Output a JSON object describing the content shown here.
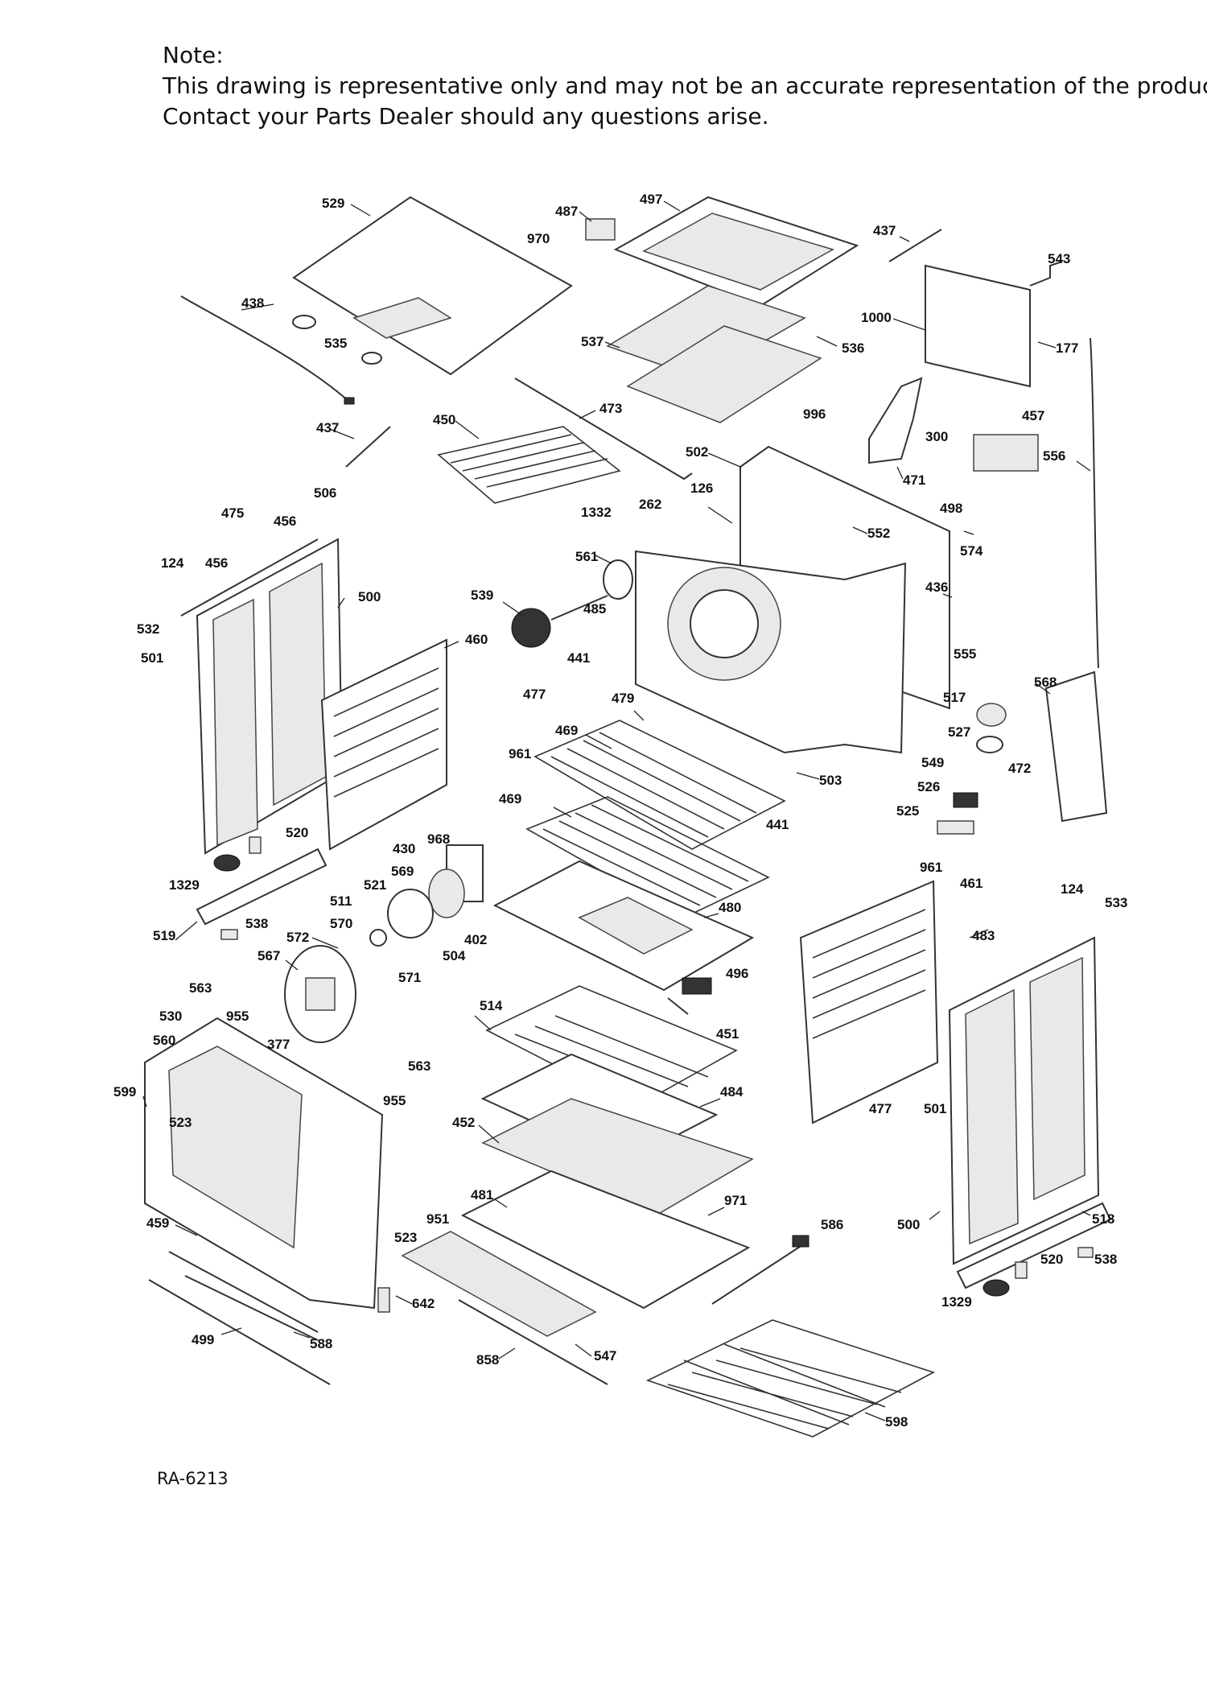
{
  "note": {
    "heading": "Note:",
    "line1": "This drawing is representative only and may not be an accurate representation of the product.",
    "line2": "Contact your Parts Dealer should any questions arise."
  },
  "drawing_code": "RA-6213",
  "part_labels": {
    "p529": "529",
    "p487": "487",
    "p497": "497",
    "p970": "970",
    "p437a": "437",
    "p543": "543",
    "p438": "438",
    "p535": "535",
    "p537": "537",
    "p536": "536",
    "p1000": "1000",
    "p177": "177",
    "p457": "457",
    "p473": "473",
    "p996": "996",
    "p437b": "437",
    "p450": "450",
    "p300": "300",
    "p556": "556",
    "p502": "502",
    "p126": "126",
    "p471": "471",
    "p506": "506",
    "p475": "475",
    "p456a": "456",
    "p1332": "1332",
    "p262": "262",
    "p498": "498",
    "p552": "552",
    "p574": "574",
    "p124a": "124",
    "p456b": "456",
    "p561": "561",
    "p500a": "500",
    "p436": "436",
    "p539": "539",
    "p485": "485",
    "p532": "532",
    "p501a": "501",
    "p460": "460",
    "p441a": "441",
    "p555": "555",
    "p568": "568",
    "p477a": "477",
    "p517": "517",
    "p479": "479",
    "p469a": "469",
    "p527": "527",
    "p961a": "961",
    "p549": "549",
    "p472": "472",
    "p503": "503",
    "p526": "526",
    "p469b": "469",
    "p441b": "441",
    "p525": "525",
    "p520a": "520",
    "p968": "968",
    "p430": "430",
    "p569": "569",
    "p1329a": "1329",
    "p961b": "961",
    "p461": "461",
    "p521": "521",
    "p511": "511",
    "p124b": "124",
    "p533": "533",
    "p480": "480",
    "p519": "519",
    "p538a": "538",
    "p570": "570",
    "p402": "402",
    "p483": "483",
    "p572": "572",
    "p504": "504",
    "p567": "567",
    "p571": "571",
    "p496": "496",
    "p563a": "563",
    "p514": "514",
    "p451": "451",
    "p530": "530",
    "p955a": "955",
    "p377": "377",
    "p560": "560",
    "p563b": "563",
    "p955b": "955",
    "p599": "599",
    "p484": "484",
    "p501b": "501",
    "p477b": "477",
    "p523a": "523",
    "p452": "452",
    "p481": "481",
    "p971": "971",
    "p951": "951",
    "p459": "459",
    "p586": "586",
    "p500b": "500",
    "p518": "518",
    "p523b": "523",
    "p520b": "520",
    "p538b": "538",
    "p642": "642",
    "p1329b": "1329",
    "p499": "499",
    "p588": "588",
    "p547": "547",
    "p858": "858",
    "p598": "598"
  },
  "colors": {
    "line": "#333333",
    "text": "#111111",
    "background": "#ffffff",
    "panel_fill": "#e9e9e9"
  }
}
